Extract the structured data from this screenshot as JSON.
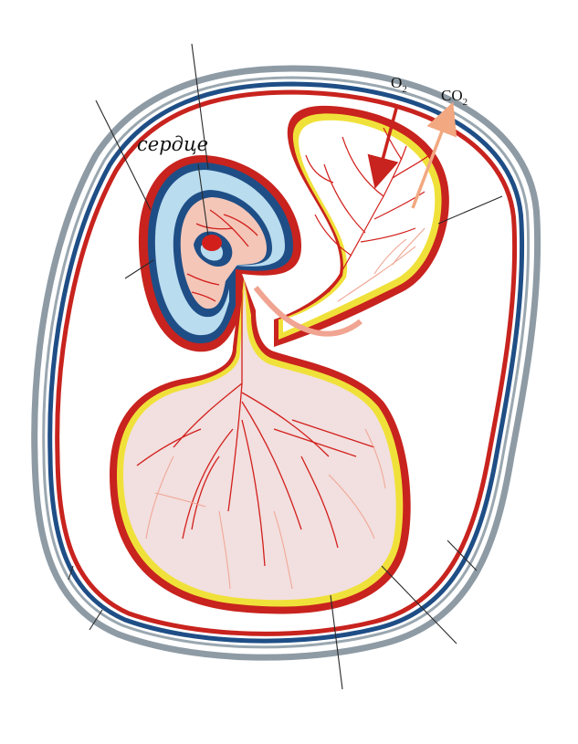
{
  "labels": {
    "heart": "сердце",
    "oxygen": {
      "base": "O",
      "subscript": "2"
    },
    "carbon_dioxide": {
      "base": "CO",
      "subscript": "2"
    }
  },
  "colors": {
    "shell_grey": "#8e9ba5",
    "chorion_red": "#c8231e",
    "chorion_blue": "#1f4e86",
    "amnion_fluid": "#b9dcef",
    "embryo_pink": "#f4c6b8",
    "yolk_fill": "#f2dfdf",
    "yolk_yellow": "#f0e13a",
    "vessel_red": "#d21f1b",
    "vessel_light": "#f0a491",
    "o2_arrow": "#c8231e",
    "co2_arrow": "#f2a880"
  }
}
